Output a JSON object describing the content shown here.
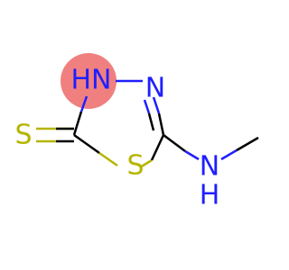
{
  "molecule": {
    "atoms": {
      "thione_sulfur": {
        "label": "S",
        "color": "#b5b500"
      },
      "ring_sulfur": {
        "label": "S",
        "color": "#b5b500"
      },
      "nh_nitrogen": {
        "label": "HN",
        "color": "#1f1fff"
      },
      "imine_nitrogen": {
        "label": "N",
        "color": "#1f1fff"
      },
      "amine_nitrogen": {
        "label": "N",
        "color": "#1f1fff"
      },
      "amine_hydrogen": {
        "label": "H",
        "color": "#1f1fff"
      }
    },
    "highlight_color": "#f08080"
  }
}
